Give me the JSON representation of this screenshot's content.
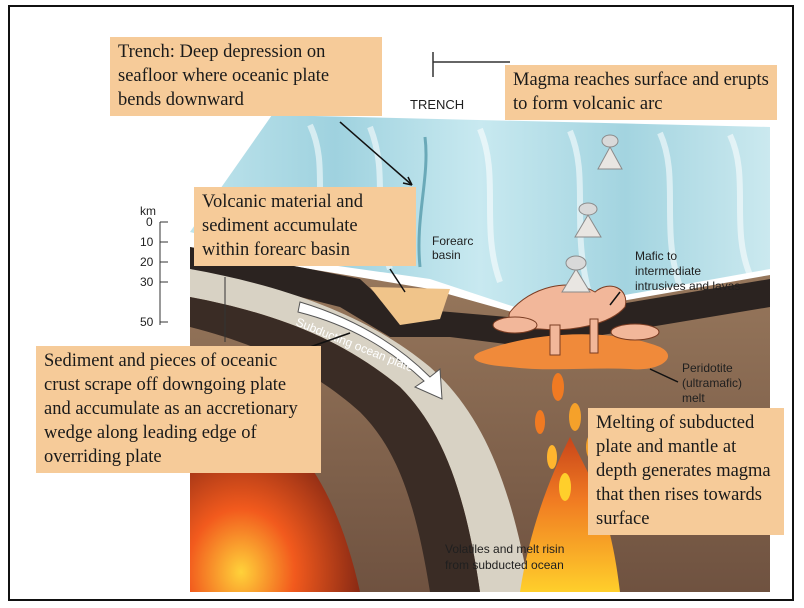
{
  "callouts": {
    "trench": "Trench: Deep depression on seafloor where oceanic plate bends downward",
    "magma": "Magma reaches surface and erupts to form volcanic arc",
    "forearc": "Volcanic material and sediment accumulate within forearc basin",
    "sediment": "Sediment and pieces of oceanic crust scrape off downgoing plate and accumulate as an accretionary wedge along leading edge of overriding plate",
    "melting": "Melting of subducted plate and mantle at depth generates magma that then rises towards surface"
  },
  "labels": {
    "trench": "TRENCH",
    "forearc_basin_1": "Forearc",
    "forearc_basin_2": "basin",
    "mafic_1": "Mafic to",
    "mafic_2": "intermediate",
    "mafic_3": "intrusives and lavas",
    "peridotite_1": "Peridotite",
    "peridotite_2": "(ultramafic)",
    "peridotite_3": "melt",
    "subducting_plate": "Subducting ocean plate",
    "volatiles_1": "Volatiles and melt risin",
    "volatiles_2": "from subducted ocean",
    "km_unit": "km",
    "km_ticks": [
      "0",
      "10",
      "20",
      "30",
      "50"
    ]
  },
  "colors": {
    "callout_bg": "#f6cb99",
    "ocean": "#a9d8e3",
    "mantle": "#8a6a52",
    "magma": "#f08a3a"
  }
}
